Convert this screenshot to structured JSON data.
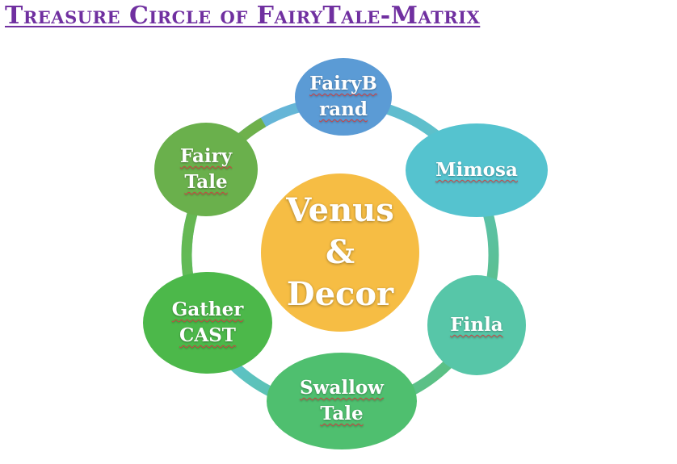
{
  "title": "Treasure Circle of FairyTale-Matrix",
  "center": {
    "label": "Venus\n&\nDecor",
    "color": "#f6bd44"
  },
  "nodes": [
    {
      "label": "FairyB\nrand",
      "color": "#5b9bd5"
    },
    {
      "label": "Mimosa",
      "color": "#55c3cf"
    },
    {
      "label": "Finla",
      "color": "#57c6a8"
    },
    {
      "label": "Swallow\nTale",
      "color": "#4fbf6f"
    },
    {
      "label": "Gather\nCAST",
      "color": "#4cb84a"
    },
    {
      "label": "Fairy\nTale",
      "color": "#6ab04c"
    }
  ],
  "colors": {
    "title": "#7030a0",
    "text": "#ffffff"
  }
}
